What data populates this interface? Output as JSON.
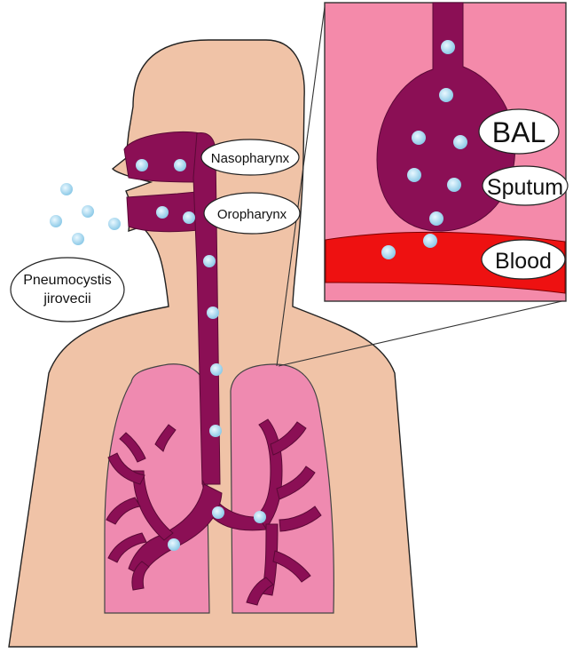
{
  "organism_label": [
    "Pneumocystis",
    "jirovecii"
  ],
  "sites": {
    "nasopharynx": "Nasopharynx",
    "oropharynx": "Oropharynx"
  },
  "inset": {
    "bal": "BAL",
    "sputum": "Sputum",
    "blood": "Blood"
  },
  "colors": {
    "skin": "#f0c3a7",
    "airway": "#8b0f55",
    "lung": "#ef8ab0",
    "inset_bg": "#f48aaa",
    "blood_vessel": "#ee1111",
    "organism": "#a9dbf0",
    "outline": "#222222"
  }
}
